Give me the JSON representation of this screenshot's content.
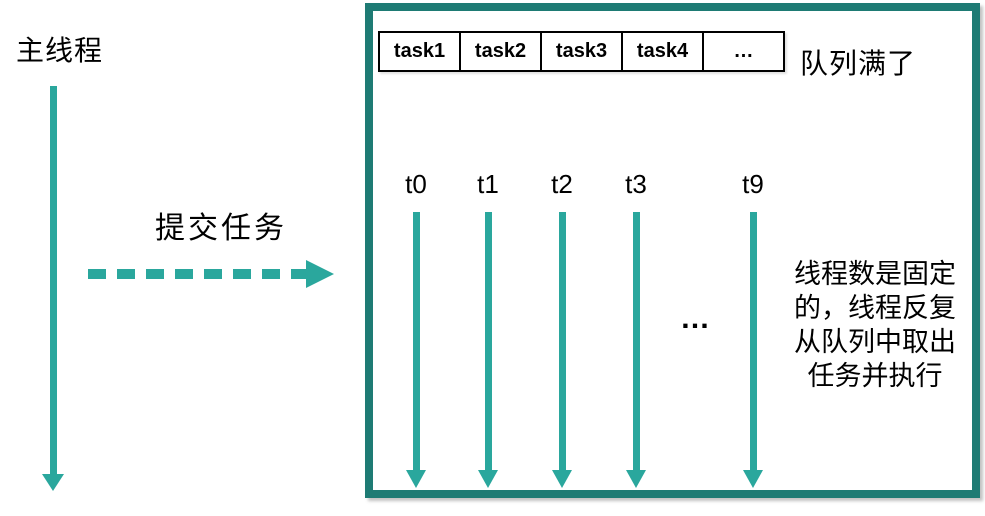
{
  "diagram": {
    "title_semantic": "thread-pool-diagram",
    "main_thread_label": "主线程",
    "submit_label": "提交任务",
    "queue": {
      "cells": [
        "task1",
        "task2",
        "task3",
        "task4",
        "…"
      ],
      "full_label": "队列满了"
    },
    "threads": {
      "labels": [
        "t0",
        "t1",
        "t2",
        "t3",
        "t9"
      ],
      "gap_ellipsis": "…",
      "note_lines": [
        "线程数是固定",
        "的，线程反复",
        "从队列中取出",
        "任务并执行"
      ]
    },
    "colors": {
      "arrow_teal": "#2aa79d",
      "box_border_teal": "#1e7b74",
      "queue_border": "#000000",
      "text": "#000000",
      "background": "#ffffff"
    }
  }
}
